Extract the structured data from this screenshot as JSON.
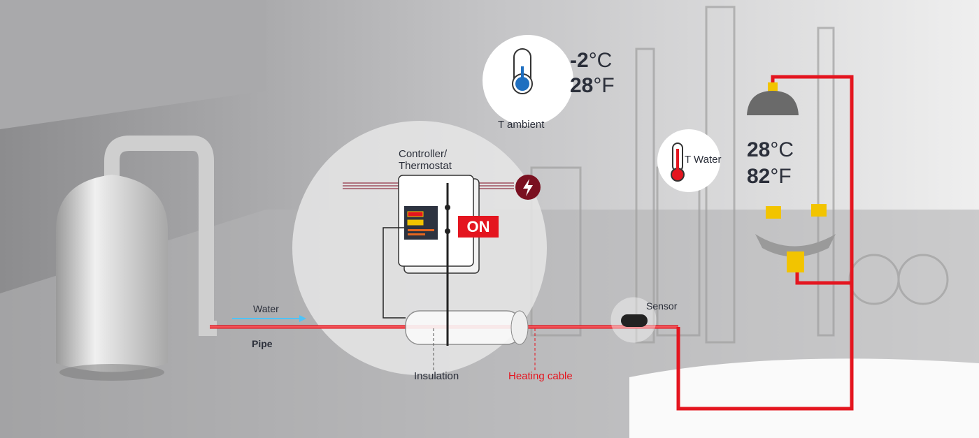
{
  "ambient": {
    "label": "T ambient",
    "celsius": "-2",
    "celsius_unit": "°C",
    "fahrenheit": "28",
    "fahrenheit_unit": "°F"
  },
  "water_temp": {
    "label": "T Water",
    "celsius": "28",
    "celsius_unit": "°C",
    "fahrenheit": "82",
    "fahrenheit_unit": "°F"
  },
  "controller": {
    "label_line1": "Controller/",
    "label_line2": "Thermostat",
    "status": "ON"
  },
  "labels": {
    "water": "Water",
    "pipe": "Pipe",
    "insulation": "Insulation",
    "heating_cable": "Heating cable",
    "sensor": "Sensor"
  },
  "colors": {
    "heat": "#e4151f",
    "power": "#7a1020",
    "cold": "#1f6fc0",
    "water_arrow": "#4fc3f7",
    "actuator": "#f2c400"
  }
}
